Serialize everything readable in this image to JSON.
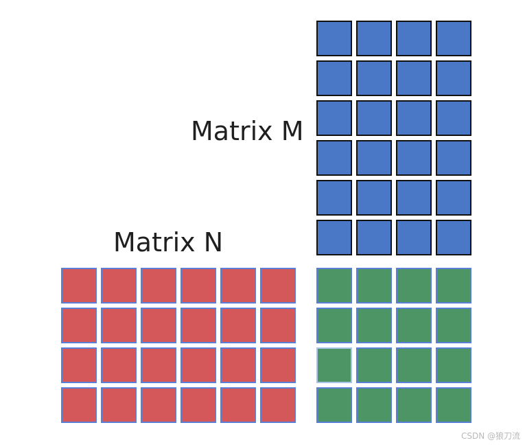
{
  "labels": {
    "matrix_m": "Matrix M",
    "matrix_n": "Matrix N"
  },
  "watermark": "CSDN @狼刀流",
  "matrices": {
    "m": {
      "rows": 6,
      "cols": 4,
      "fill": "#4a78c6",
      "stroke": "#111111"
    },
    "n": {
      "rows": 4,
      "cols": 6,
      "fill": "#d45759",
      "stroke": "#5a7fd6"
    },
    "p": {
      "rows": 4,
      "cols": 4,
      "fill": "#4d9565",
      "stroke": "#5a7fd6",
      "highlight": {
        "row": 2,
        "col": 0,
        "stroke": "#a9c3ea"
      }
    }
  }
}
